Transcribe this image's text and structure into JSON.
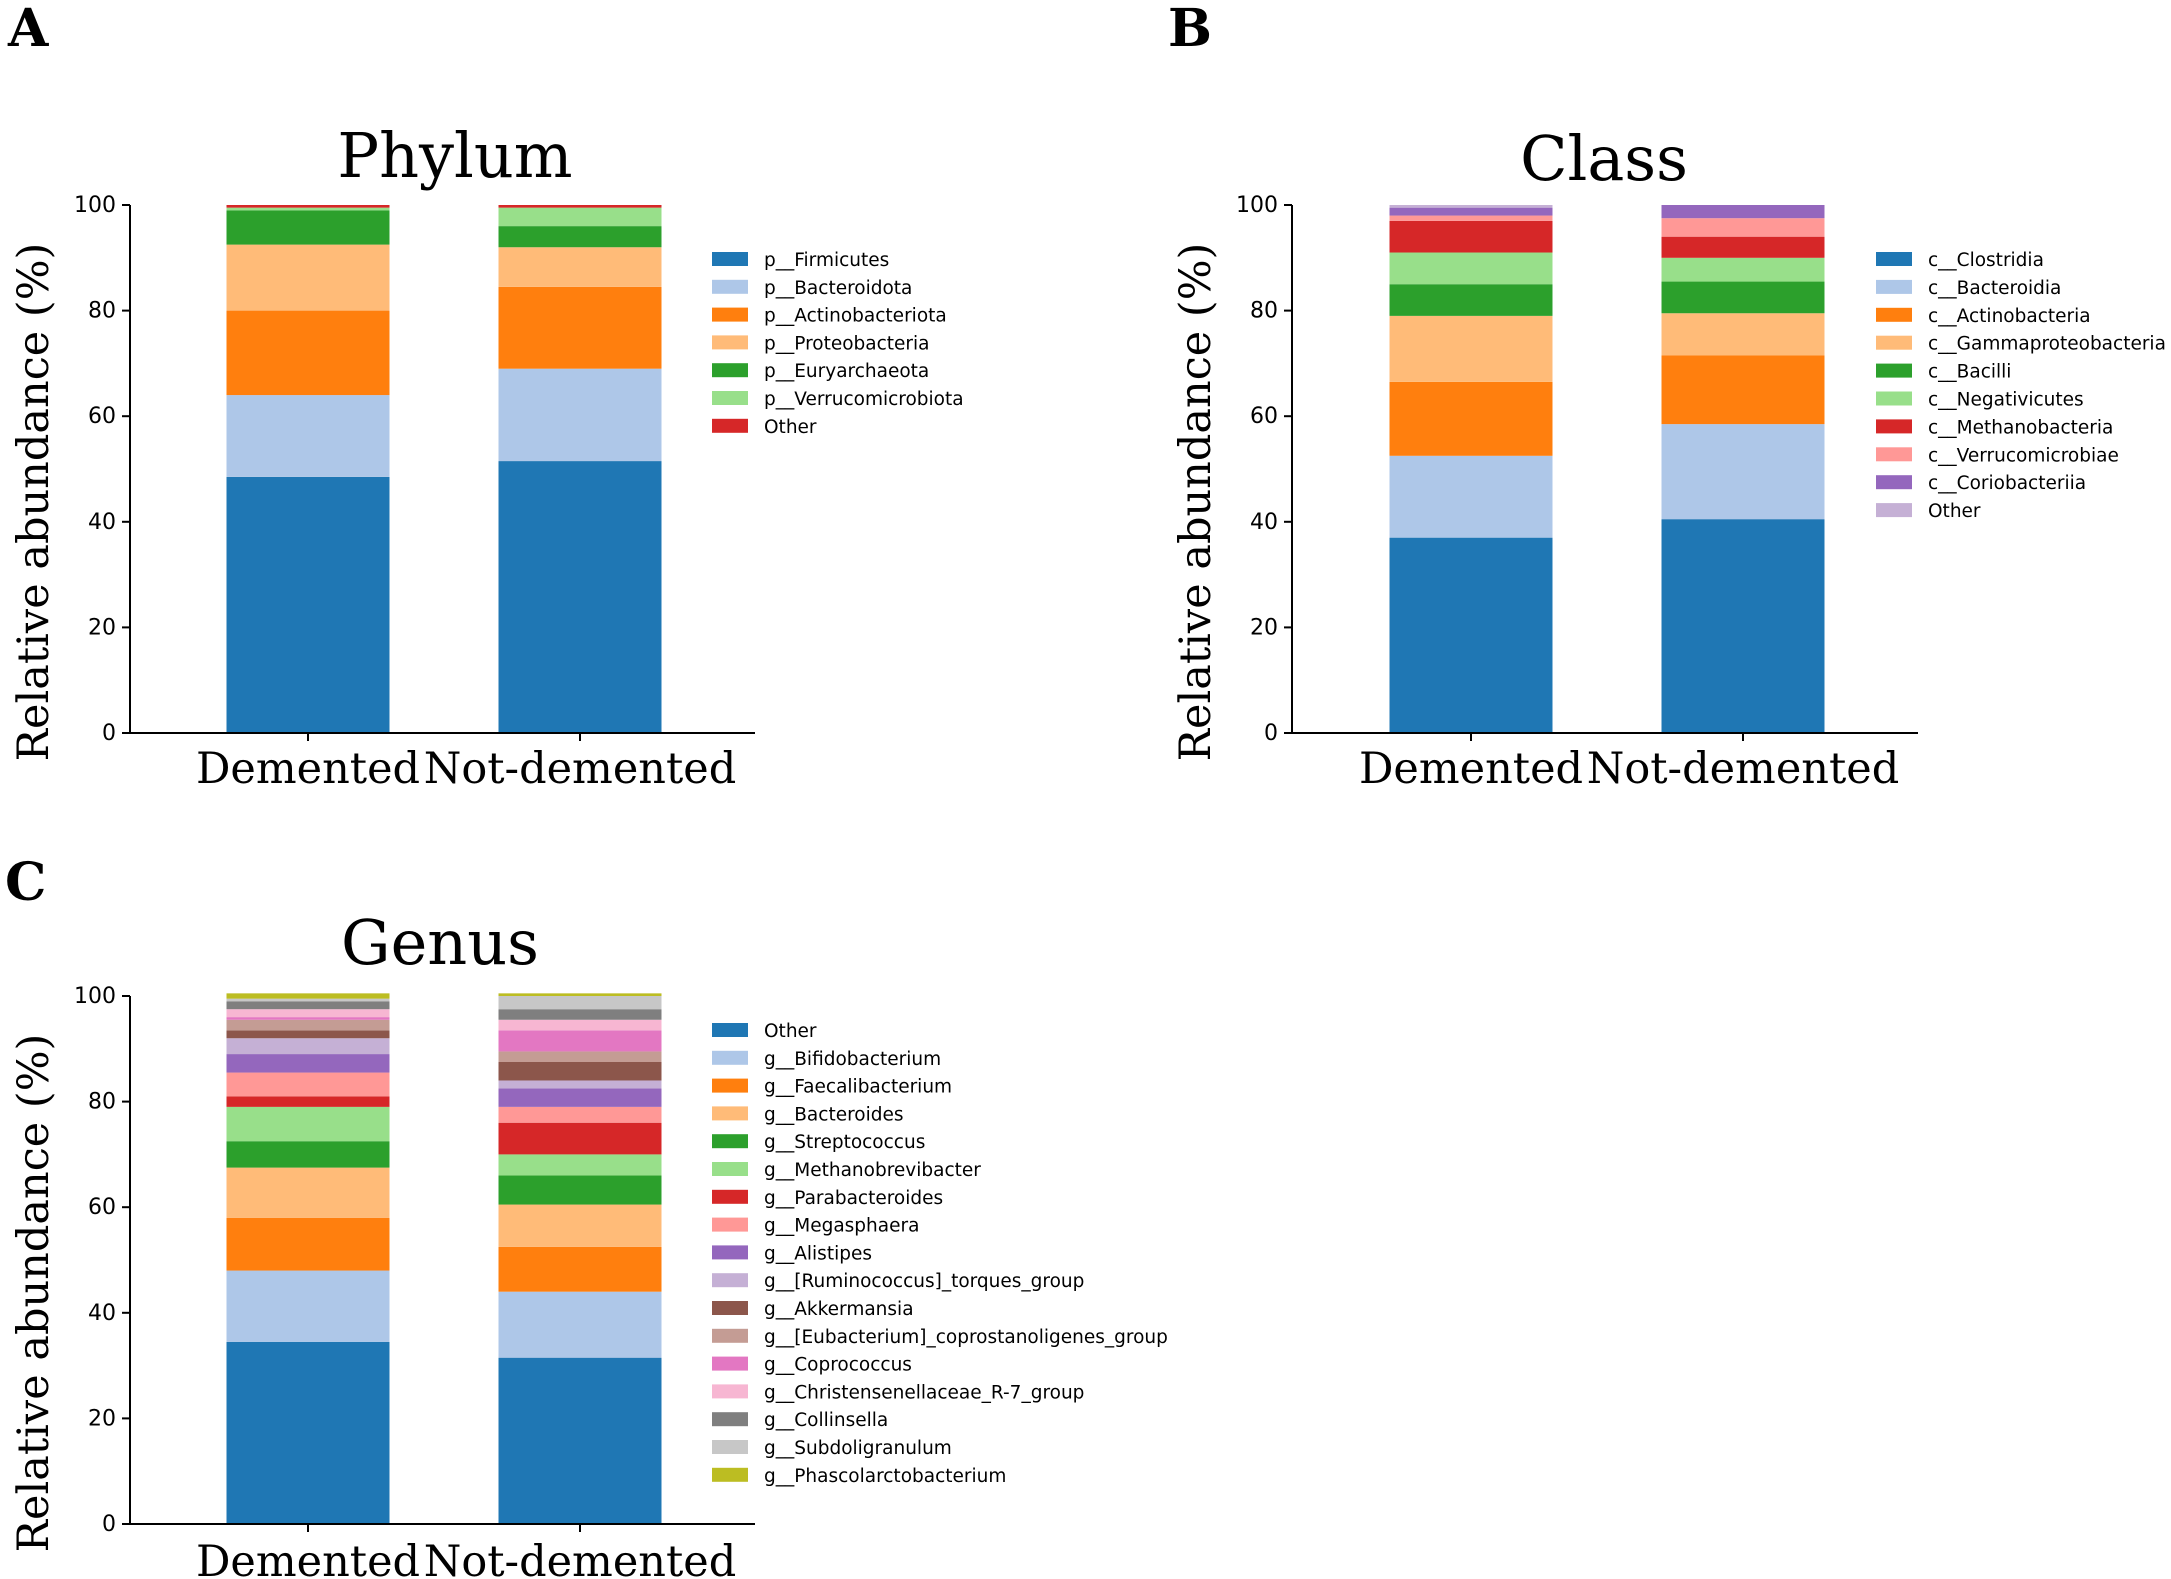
{
  "figure": {
    "panel_labels": [
      "A",
      "B",
      "C"
    ]
  },
  "colors": {
    "tab_blue": "#1f77b4",
    "tab_light_blue": "#aec7e8",
    "tab_orange": "#ff7f0e",
    "tab_light_orange": "#ffbb78",
    "tab_green": "#2ca02c",
    "tab_light_green": "#98df8a",
    "tab_red": "#d62728",
    "tab_light_red": "#ff9896",
    "tab_purple": "#9467bd",
    "tab_light_purple": "#c5b0d5",
    "tab_brown": "#8c564b",
    "tab_light_brown": "#c49c94",
    "tab_pink": "#e377c2",
    "tab_light_pink": "#f7b6d2",
    "tab_gray": "#7f7f7f",
    "tab_light_gray": "#c7c7c7",
    "tab_olive": "#bcbd22"
  },
  "chart_data": [
    {
      "panel": "A",
      "type": "bar",
      "stacked": true,
      "title": "Phylum",
      "xlabel": "",
      "ylabel": "Relative abundance (%)",
      "ylim": [
        0,
        100
      ],
      "yticks": [
        0,
        20,
        40,
        60,
        80,
        100
      ],
      "grid": false,
      "legend_position": "right",
      "categories": [
        "Demented",
        "Not-demented"
      ],
      "series": [
        {
          "name": "p__Firmicutes",
          "color": "#1f77b4",
          "values": [
            48.5,
            51.5
          ]
        },
        {
          "name": "p__Bacteroidota",
          "color": "#aec7e8",
          "values": [
            15.5,
            17.5
          ]
        },
        {
          "name": "p__Actinobacteriota",
          "color": "#ff7f0e",
          "values": [
            16.0,
            15.5
          ]
        },
        {
          "name": "p__Proteobacteria",
          "color": "#ffbb78",
          "values": [
            12.5,
            7.5
          ]
        },
        {
          "name": "p__Euryarchaeota",
          "color": "#2ca02c",
          "values": [
            6.5,
            4.0
          ]
        },
        {
          "name": "p__Verrucomicrobiota",
          "color": "#98df8a",
          "values": [
            0.5,
            3.5
          ]
        },
        {
          "name": "Other",
          "color": "#d62728",
          "values": [
            0.5,
            0.5
          ]
        }
      ]
    },
    {
      "panel": "B",
      "type": "bar",
      "stacked": true,
      "title": "Class",
      "xlabel": "",
      "ylabel": "Relative abundance (%)",
      "ylim": [
        0,
        100
      ],
      "yticks": [
        0,
        20,
        40,
        60,
        80,
        100
      ],
      "grid": false,
      "legend_position": "right",
      "categories": [
        "Demented",
        "Not-demented"
      ],
      "series": [
        {
          "name": "c__Clostridia",
          "color": "#1f77b4",
          "values": [
            37.0,
            40.5
          ]
        },
        {
          "name": "c__Bacteroidia",
          "color": "#aec7e8",
          "values": [
            15.5,
            18.0
          ]
        },
        {
          "name": "c__Actinobacteria",
          "color": "#ff7f0e",
          "values": [
            14.0,
            13.0
          ]
        },
        {
          "name": "c__Gammaproteobacteria",
          "color": "#ffbb78",
          "values": [
            12.5,
            8.0
          ]
        },
        {
          "name": "c__Bacilli",
          "color": "#2ca02c",
          "values": [
            6.0,
            6.0
          ]
        },
        {
          "name": "c__Negativicutes",
          "color": "#98df8a",
          "values": [
            6.0,
            4.5
          ]
        },
        {
          "name": "c__Methanobacteria",
          "color": "#d62728",
          "values": [
            6.0,
            4.0
          ]
        },
        {
          "name": "c__Verrucomicrobiae",
          "color": "#ff9896",
          "values": [
            1.0,
            3.5
          ]
        },
        {
          "name": "c__Coriobacteriia",
          "color": "#9467bd",
          "values": [
            1.5,
            2.5
          ]
        },
        {
          "name": "Other",
          "color": "#c5b0d5",
          "values": [
            0.5,
            0.0
          ]
        }
      ]
    },
    {
      "panel": "C",
      "type": "bar",
      "stacked": true,
      "title": "Genus",
      "xlabel": "",
      "ylabel": "Relative abundance (%)",
      "ylim": [
        0,
        100
      ],
      "yticks": [
        0,
        20,
        40,
        60,
        80,
        100
      ],
      "grid": false,
      "legend_position": "right",
      "categories": [
        "Demented",
        "Not-demented"
      ],
      "series": [
        {
          "name": "Other",
          "color": "#1f77b4",
          "values": [
            34.5,
            31.5
          ]
        },
        {
          "name": "g__Bifidobacterium",
          "color": "#aec7e8",
          "values": [
            13.5,
            12.5
          ]
        },
        {
          "name": "g__Faecalibacterium",
          "color": "#ff7f0e",
          "values": [
            10.0,
            8.5
          ]
        },
        {
          "name": "g__Bacteroides",
          "color": "#ffbb78",
          "values": [
            9.5,
            8.0
          ]
        },
        {
          "name": "g__Streptococcus",
          "color": "#2ca02c",
          "values": [
            5.0,
            5.5
          ]
        },
        {
          "name": "g__Methanobrevibacter",
          "color": "#98df8a",
          "values": [
            6.5,
            4.0
          ]
        },
        {
          "name": "g__Parabacteroides",
          "color": "#d62728",
          "values": [
            2.0,
            6.0
          ]
        },
        {
          "name": "g__Megasphaera",
          "color": "#ff9896",
          "values": [
            4.5,
            3.0
          ]
        },
        {
          "name": "g__Alistipes",
          "color": "#9467bd",
          "values": [
            3.5,
            3.5
          ]
        },
        {
          "name": "g__[Ruminococcus]_torques_group",
          "color": "#c5b0d5",
          "values": [
            3.0,
            1.5
          ]
        },
        {
          "name": "g__Akkermansia",
          "color": "#8c564b",
          "values": [
            1.5,
            3.5
          ]
        },
        {
          "name": "g__[Eubacterium]_coprostanoligenes_group",
          "color": "#c49c94",
          "values": [
            2.0,
            2.0
          ]
        },
        {
          "name": "g__Coprococcus",
          "color": "#e377c2",
          "values": [
            0.5,
            4.0
          ]
        },
        {
          "name": "g__Christensenellaceae_R-7_group",
          "color": "#f7b6d2",
          "values": [
            1.5,
            2.0
          ]
        },
        {
          "name": "g__Collinsella",
          "color": "#7f7f7f",
          "values": [
            1.5,
            2.0
          ]
        },
        {
          "name": "g__Subdoligranulum",
          "color": "#c7c7c7",
          "values": [
            0.5,
            2.5
          ]
        },
        {
          "name": "g__Phascolarctobacterium",
          "color": "#bcbd22",
          "values": [
            1.0,
            0.5
          ]
        }
      ]
    }
  ]
}
